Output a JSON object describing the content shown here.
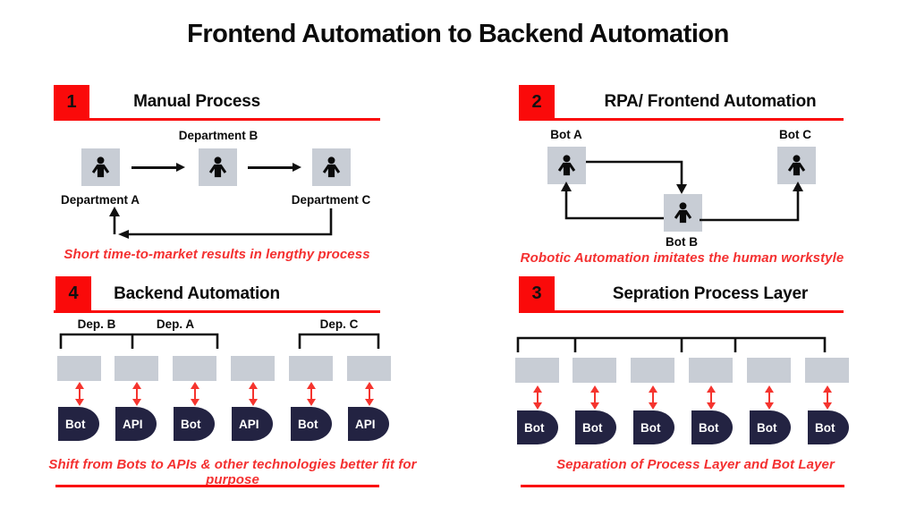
{
  "title": "Frontend Automation to Backend Automation",
  "colors": {
    "red": "#fa0a0a",
    "caption-red": "#f43030",
    "arrow-red": "#f5342e",
    "navy": "#232342",
    "boxgray": "#c8cdd5",
    "ink": "#101010"
  },
  "icons": {
    "person": "person-icon"
  },
  "q1": {
    "number": "1",
    "heading": "Manual Process",
    "labels": {
      "top": "Department B",
      "bottom_left": "Department A",
      "bottom_right": "Department C"
    },
    "caption": "Short time-to-market results in lengthy process"
  },
  "q2": {
    "number": "2",
    "heading": "RPA/ Frontend Automation",
    "labels": {
      "left": "Bot A",
      "middle": "Bot B",
      "right": "Bot C"
    },
    "caption": "Robotic Automation imitates the human workstyle"
  },
  "q3": {
    "number": "3",
    "heading": "Sepration Process Layer",
    "bots": [
      "Bot",
      "Bot",
      "Bot",
      "Bot",
      "Bot",
      "Bot"
    ],
    "caption": "Separation of Process Layer and Bot Layer"
  },
  "q4": {
    "number": "4",
    "heading": "Backend Automation",
    "groups": [
      "Dep. B",
      "Dep. A",
      "Dep. C"
    ],
    "bots": [
      "Bot",
      "API",
      "Bot",
      "API",
      "Bot",
      "API"
    ],
    "caption": "Shift from Bots to APIs & other technologies better fit for purpose"
  }
}
